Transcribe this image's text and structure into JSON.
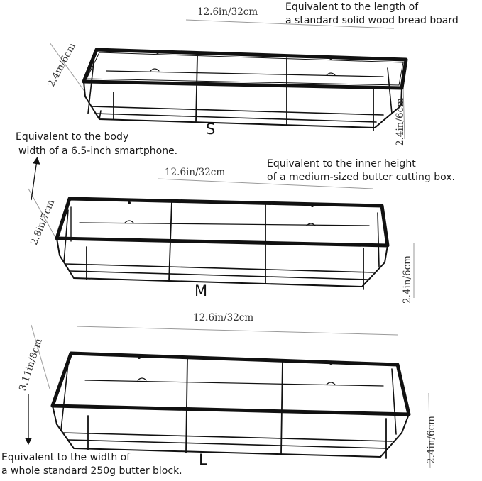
{
  "notes": {
    "top_line1": "Equivalent to the length of",
    "top_line2": "a standard solid wood bread board",
    "body_line1": "Equivalent to the body",
    "body_line2": "width of a 6.5-inch smartphone.",
    "inner_line1": "Equivalent to the inner height",
    "inner_line2": "of a medium-sized butter cutting box.",
    "butter_line1": "Equivalent to the width of",
    "butter_line2": "a whole standard 250g butter block."
  },
  "baskets": {
    "small": {
      "size_label": "S",
      "length": "12.6in/32cm",
      "depth": "2.4in/6cm",
      "height": "2.4in/6cm"
    },
    "medium": {
      "size_label": "M",
      "length": "12.6in/32cm",
      "depth": "2.8in/7cm",
      "height": "2.4in/6cm"
    },
    "large": {
      "size_label": "L",
      "length": "12.6in/32cm",
      "depth": "3.11in/8cm",
      "height": "2.4in/6cm"
    }
  },
  "colors": {
    "metal": "#111111",
    "text": "#1a1a1a",
    "dim_line": "#9a9a9a"
  }
}
